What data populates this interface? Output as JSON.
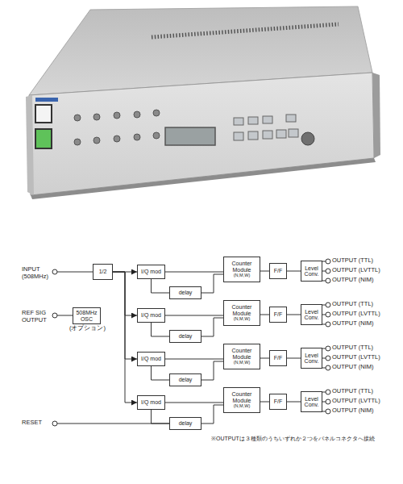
{
  "diagram": {
    "nodes": [
      {
        "text": [
          "1/2"
        ]
      },
      {
        "text": [
          "508MHz OSC"
        ]
      },
      {
        "text": [
          "I/Q mod"
        ]
      },
      {
        "text": [
          "Counter Module",
          "(N,M,W)"
        ]
      },
      {
        "text": [
          "F/F"
        ]
      },
      {
        "text": [
          "Level Conv."
        ]
      },
      {
        "text": [
          "delay"
        ]
      },
      {
        "text": [
          "I/Q mod"
        ]
      },
      {
        "text": [
          "Counter Module",
          "(N,M,W)"
        ]
      },
      {
        "text": [
          "F/F"
        ]
      },
      {
        "text": [
          "Level Conv."
        ]
      },
      {
        "text": [
          "delay"
        ]
      },
      {
        "text": [
          "I/Q mod"
        ]
      },
      {
        "text": [
          "Counter Module",
          "(N,M,W)"
        ]
      },
      {
        "text": [
          "F/F"
        ]
      },
      {
        "text": [
          "Level Conv."
        ]
      },
      {
        "text": [
          "delay"
        ]
      },
      {
        "text": [
          "I/Q mod"
        ]
      },
      {
        "text": [
          "Counter Module",
          "(N,M,W)"
        ]
      },
      {
        "text": [
          "F/F"
        ]
      },
      {
        "text": [
          "Level Conv."
        ]
      },
      {
        "text": [
          "delay"
        ]
      }
    ],
    "edges": [
      {
        "from": 0,
        "to": 2,
        "arrow": "to"
      },
      {
        "from": 2,
        "to": 3,
        "arrow": "none"
      },
      {
        "from": 2,
        "to": 6,
        "arrow": "none"
      },
      {
        "from": 6,
        "to": 3,
        "arrow": "none"
      },
      {
        "from": 3,
        "to": 4,
        "arrow": "none"
      },
      {
        "from": 4,
        "to": 5,
        "arrow": "none"
      },
      {
        "from": 0,
        "to": 7,
        "arrow": "to"
      },
      {
        "from": 7,
        "to": 8,
        "arrow": "none"
      },
      {
        "from": 7,
        "to": 11,
        "arrow": "none"
      },
      {
        "from": 11,
        "to": 8,
        "arrow": "none"
      },
      {
        "from": 8,
        "to": 9,
        "arrow": "none"
      },
      {
        "from": 9,
        "to": 10,
        "arrow": "none"
      },
      {
        "from": 0,
        "to": 12,
        "arrow": "to"
      },
      {
        "from": 12,
        "to": 13,
        "arrow": "none"
      },
      {
        "from": 12,
        "to": 16,
        "arrow": "none"
      },
      {
        "from": 16,
        "to": 13,
        "arrow": "none"
      },
      {
        "from": 13,
        "to": 14,
        "arrow": "none"
      },
      {
        "from": 14,
        "to": 15,
        "arrow": "none"
      },
      {
        "from": 0,
        "to": 17,
        "arrow": "to"
      },
      {
        "from": 17,
        "to": 18,
        "arrow": "none"
      },
      {
        "from": 17,
        "to": 21,
        "arrow": "none"
      },
      {
        "from": 21,
        "to": 18,
        "arrow": "none"
      },
      {
        "from": 18,
        "to": 19,
        "arrow": "none"
      },
      {
        "from": 19,
        "to": 20,
        "arrow": "none"
      }
    ],
    "labels": [
      "INPUT (508MHz)",
      "REF SIG OUTPUT",
      "(オプション)",
      "RESET",
      "OUTPUT (TTL)",
      "OUTPUT (LVTTL)",
      "OUTPUT (NIM)",
      "OUTPUT (TTL)",
      "OUTPUT (LVTTL)",
      "OUTPUT (NIM)",
      "OUTPUT (TTL)",
      "OUTPUT (LVTTL)",
      "OUTPUT (NIM)",
      "OUTPUT (TTL)",
      "OUTPUT (LVTTL)",
      "OUTPUT (NIM)",
      "※OUTPUTは３種類のうちいずれか２つをパネルコネクタへ接続"
    ]
  }
}
